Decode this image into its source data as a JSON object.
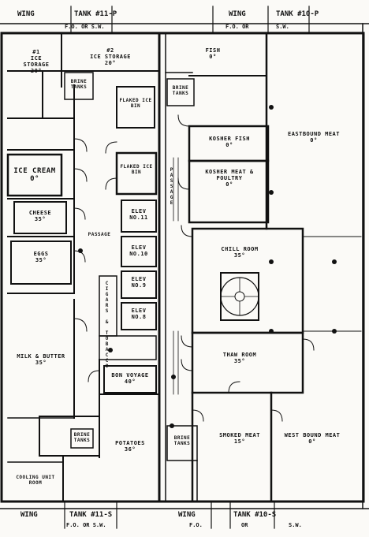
{
  "header": {
    "left_wing": "WING",
    "left_tank": "TANK #11-P",
    "left_sub": "F.O. OR S.W.",
    "right_wing": "WING",
    "right_tank": "TANK #10-P",
    "right_sub": "F.O. OR",
    "right_sub2": "S.W."
  },
  "footer": {
    "left_wing": "WING",
    "left_tank": "TANK #11-S",
    "left_sub": "F.O. OR S.W.",
    "right_wing": "WING",
    "right_tank": "TANK #10-S",
    "right_sub": "F.O.",
    "right_sub_mid": "OR",
    "right_sub2": "S.W."
  },
  "rooms": {
    "ice_storage_1": {
      "num": "#1",
      "name": "ICE STORAGE",
      "temp": "20°"
    },
    "ice_storage_2": {
      "num": "#2",
      "name": "ICE STORAGE",
      "temp": "20°"
    },
    "brine_tanks": "BRINE TANKS",
    "flaked_ice_1": "FLAKED ICE BIN",
    "flaked_ice_2": "FLAKED ICE BIN",
    "ice_cream": {
      "name": "ICE CREAM",
      "temp": "0°"
    },
    "cheese": {
      "name": "CHEESE",
      "temp": "35°"
    },
    "eggs": {
      "name": "EGGS",
      "temp": "35°"
    },
    "passage": "PASSAGE",
    "elev_11": "ELEV NO.11",
    "elev_10": "ELEV NO.10",
    "elev_9": "ELEV NO.9",
    "elev_8": "ELEV NO.8",
    "cigars": "CIGARS & TOBACCO",
    "milk": {
      "name": "MILK & BUTTER",
      "temp": "35°"
    },
    "bon_voyage": {
      "name": "BON VOYAGE",
      "temp": "40°"
    },
    "potatoes": {
      "name": "POTATOES",
      "temp": "36°"
    },
    "cooling_unit": "COOLING UNIT ROOM",
    "fish": {
      "name": "FISH",
      "temp": "0°"
    },
    "eastbound_meat": {
      "name": "EASTBOUND MEAT",
      "temp": "0°"
    },
    "kosher_fish": {
      "name": "KOSHER FISH",
      "temp": "0°"
    },
    "kosher_meat": {
      "name": "KOSHER MEAT & POULTRY",
      "temp": "0°"
    },
    "passage_right": "PASSAGE",
    "chill_room": {
      "name": "CHILL ROOM",
      "temp": "35°"
    },
    "thaw_room": {
      "name": "THAW ROOM",
      "temp": "35°"
    },
    "smoked_meat": {
      "name": "SMOKED MEAT",
      "temp": "15°"
    },
    "westbound_meat": {
      "name": "WEST BOUND MEAT",
      "temp": "0°"
    },
    "brine_tanks_2": "BRINE TANKS",
    "brine_tanks_3": "BRINE TANKS",
    "brine_tanks_4": "BRINE TANKS"
  }
}
